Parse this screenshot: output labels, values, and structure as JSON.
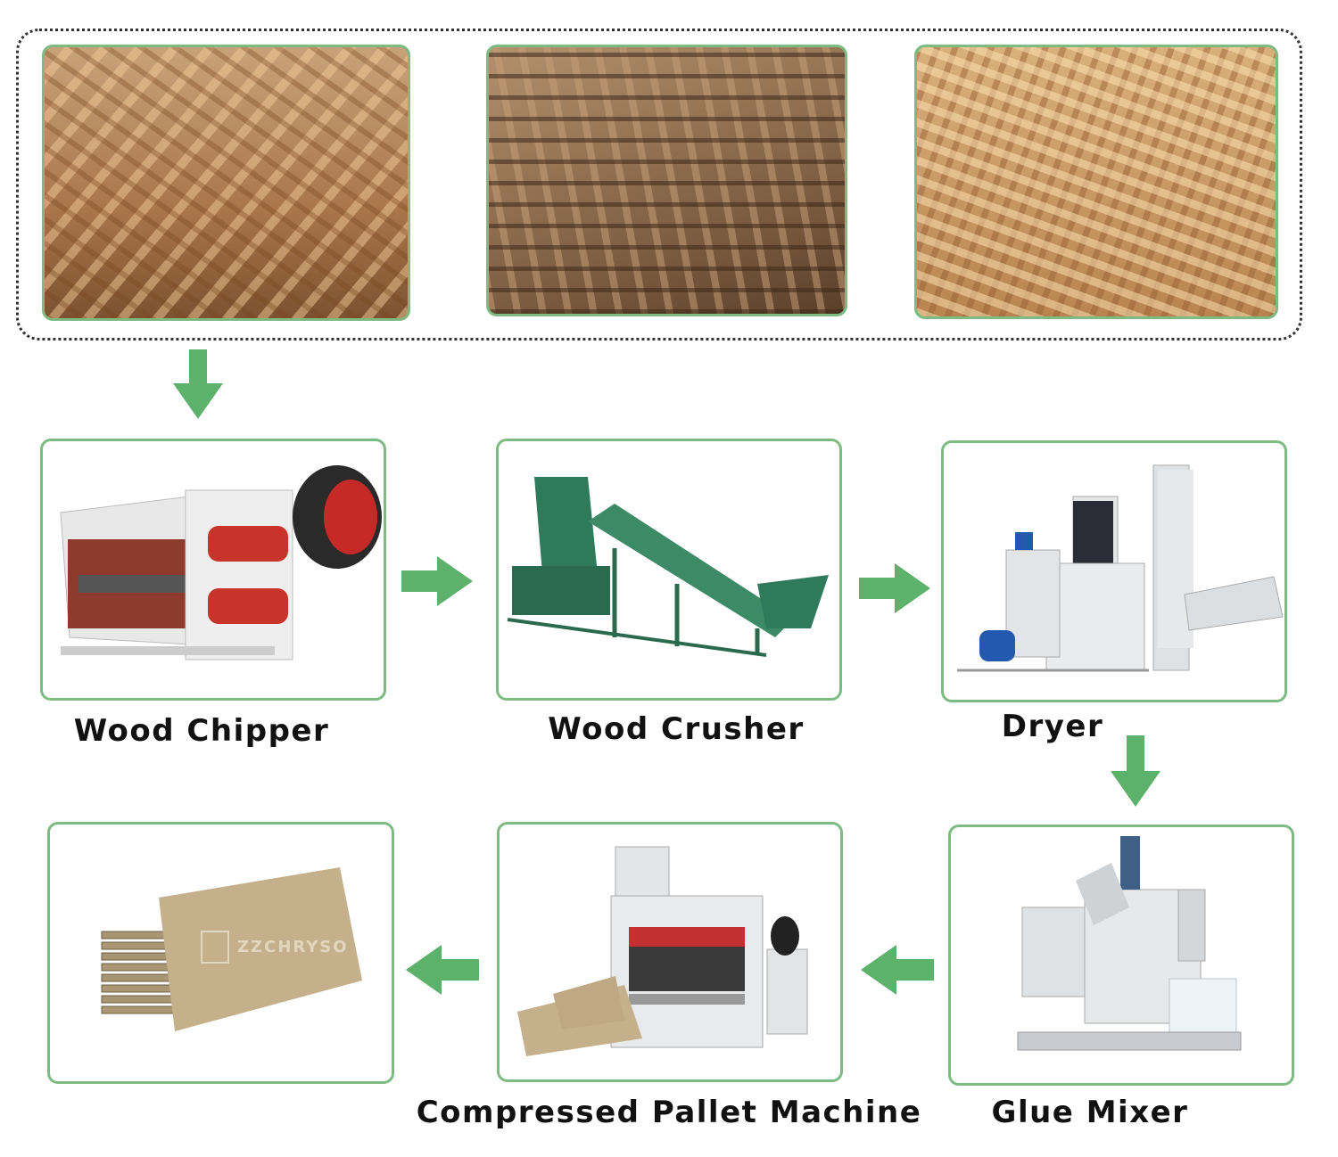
{
  "colors": {
    "arrow": "#5cb26a",
    "border": "#7dbb82"
  },
  "raw_materials": [
    {
      "name": "wood-scrap-photo"
    },
    {
      "name": "waste-pallets-photo"
    },
    {
      "name": "wood-chips-photo"
    }
  ],
  "steps": [
    {
      "label": "Wood Chipper"
    },
    {
      "label": "Wood Crusher"
    },
    {
      "label": "Dryer"
    },
    {
      "label": "Glue Mixer"
    },
    {
      "label": "Compressed Pallet Machine"
    }
  ],
  "product": {
    "brand": "ZZCHRYSO"
  }
}
